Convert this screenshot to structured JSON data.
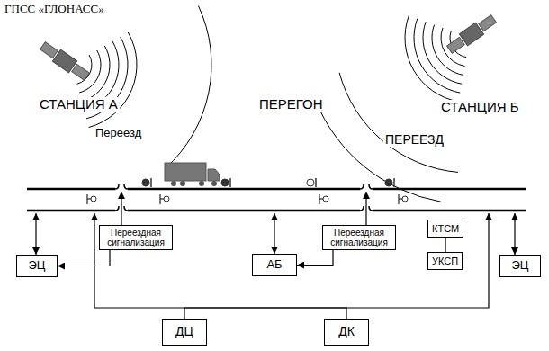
{
  "diagram": {
    "nodes": [
      {
        "text": [
          "Переездная сигнализация"
        ]
      },
      {
        "text": [
          "Переездная сигнализация"
        ]
      },
      {
        "text": [
          "КТСМ"
        ]
      },
      {
        "text": [
          "ЭЦ"
        ]
      },
      {
        "text": [
          "АБ"
        ]
      },
      {
        "text": [
          "УКСП"
        ]
      },
      {
        "text": [
          "ЭЦ"
        ]
      },
      {
        "text": [
          "ДЦ"
        ]
      },
      {
        "text": [
          "ДК"
        ]
      }
    ],
    "edges": [
      {
        "from": 0,
        "to": 3,
        "arrow": "to"
      },
      {
        "from": 1,
        "to": 4,
        "arrow": "to"
      },
      {
        "from": 2,
        "to": 5,
        "arrow": "none"
      },
      {
        "from": 7,
        "to": 8,
        "arrow": "none"
      }
    ],
    "labels": [
      "ГПСС «ГЛОНАСС»",
      "СТАНЦИЯ А",
      "ПЕРЕГОН",
      "СТАНЦИЯ Б",
      "Переезд",
      "ПЕРЕЕЗД"
    ]
  }
}
